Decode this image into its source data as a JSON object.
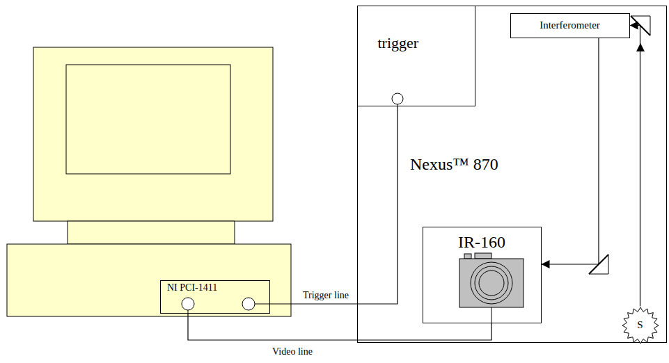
{
  "diagram": {
    "nodes": [
      {
        "text": [
          "Nexus™ 870"
        ]
      },
      {
        "text": [
          "trigger"
        ],
        "in": 0
      },
      {
        "text": [
          "Interferometer"
        ],
        "in": 0
      },
      {
        "text": [
          "IR-160"
        ],
        "in": 0
      },
      {
        "text": [
          "S"
        ],
        "in": 0
      },
      {
        "text": [
          "NI PCI-1411"
        ]
      }
    ],
    "edges": [
      {
        "from": 4,
        "to": 2,
        "arrow": "to"
      },
      {
        "from": 2,
        "to": 3,
        "arrow": "to"
      },
      {
        "from": 1,
        "to": 5,
        "label": "Trigger line",
        "arrow": "none"
      },
      {
        "from": 3,
        "to": 5,
        "label": "Video line",
        "arrow": "none"
      }
    ]
  }
}
